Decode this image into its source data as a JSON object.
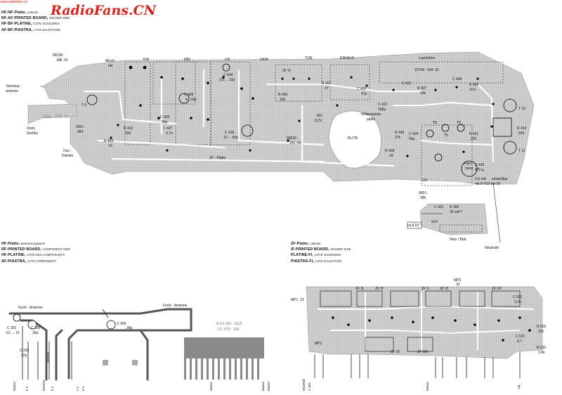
{
  "watermark": {
    "url": "www.radiofans.cn",
    "brand": "RadioFans.CN"
  },
  "header_top": {
    "l1_main": "HF-NF-Platte,",
    "l1_sub": "Lötseite",
    "l2_main": "RF-AF-PRINTED BOARD,",
    "l2_sub": "SOLDER SIDE",
    "l3_main": "HF-BF-PLATINE,",
    "l3_sub": "COTE SOUDURES",
    "l4_main": "AF-BF-PIASTRA,",
    "l4_sub": "LATO SALDATURE"
  },
  "header_hf": {
    "l1_main": "HF-Platte,",
    "l1_sub": "Bestückungsseite",
    "l2_main": "RF-PRINTED BOARD,",
    "l2_sub": "COMPONENT SIDE",
    "l3_main": "HF-PLATINE,",
    "l3_sub": "COTE DES COMPOSANTS",
    "l4_main": "AF-PIASTRA,",
    "l4_sub": "LATO COMPONENTI"
  },
  "header_zf": {
    "l1_main": "ZF-Platte,",
    "l1_sub": "Lötseite",
    "l2_main": "IF-PRINTED BOARD,",
    "l2_sub": "SOLDER SIDE",
    "l3_main": "PLATINE-FI,",
    "l3_sub": "COTE SOUDURES",
    "l4_main": "PIASTRA-FI,",
    "l4_sub": "LATO SALDATURE"
  },
  "labels_top": {
    "kw": "KW",
    "mw": "MW",
    "lw": "LW",
    "ukw": "UKW",
    "ton": "TON",
    "einaus": "EIN/AUS",
    "lautstaerke": "Lautstärke",
    "part_code": "19704 - 004 .01",
    "misch": "Misch-",
    "teil": "teil",
    "zf_platte": "ZF - Platte",
    "zf_iv": "ZF IV",
    "ta_tb": "TA /TB",
    "kleinhoerer_a": "Klein-",
    "kleinhoerer_b": "hörer",
    "widerstand": "Widerstands-",
    "platte": "platte",
    "t6": "T 6",
    "t10": "T 10",
    "t11": "T 11",
    "r410": "R 410",
    "r410v": "500",
    "netz_batt": "Netz / Batt.",
    "netztrafo": "Netztrafo",
    "teleskop": "Teleskop",
    "antenne": "antenne",
    "vorkr": "Vorkr.",
    "drehko": "Drehko",
    "osz": "Osz -",
    "drehko2": "Drehko",
    "p09238": "09238-",
    "p09238b": "188 .01",
    "kpl": "KPL - 079 .01",
    "p9651": "9651-",
    "p9651b": "084",
    "p9651c": "9651-",
    "p9651d": "085",
    "r428": "R 428",
    "r428v": "24",
    "c426": "C 426",
    "c426v": "470 µ",
    "c434": "C 434",
    "c434v": "3,5 ... 13p",
    "c409": "C 409",
    "c409v": "4...20p",
    "c418": "C 418",
    "c418v": "10 ... 60p",
    "measure_a": "5,5 mA",
    "measure_b": "einstellbar",
    "measure_c": "mit R 410  bei 9V",
    "c431": "C 431",
    "c431v": "1 n",
    "r350": "R 350",
    "r350v": "35 mA T",
    "s14": "S14",
    "v85": "ca.8,5V",
    "ov12": "12V",
    "r427": "R 427",
    "r427v": "47",
    "c420": "C 420",
    "c420v": "47p",
    "c421": "C 421",
    "c421v": "100µ",
    "r407": "R 407",
    "r407v": "56k",
    "c423": "C 423",
    "c423v": "100µ",
    "t8": "T8",
    "t9": "T9",
    "ts": "T5",
    "r411": "R 411",
    "r411v": "220",
    "c424": "C 424",
    "c424v": "56p",
    "c408": "C 408",
    "c408v": "33p",
    "r408": "R 408",
    "r408v": "10 k",
    "r409": "R 409",
    "r409v": "27k",
    "c403": "C 403",
    "c403v": "56p",
    "c407": "C 407",
    "c407v": "4,7n",
    "r412": "R 412",
    "r412v": "330",
    "d0p": "18V",
    "d0v": "8,2V",
    "r406": "R 406",
    "r406v": "10k",
    "p0936": "09236 -",
    "p0936b": "151 .03",
    "r403": "R 403",
    "r403v": "10"
  },
  "labels_hf": {
    "ferrit1": "Ferrit - Antenne",
    "ferrit2": "Ferrit - Antenne",
    "c302": "C 302",
    "c302v": "3,5 ... 13",
    "c305": "C 305",
    "c305v": "35p",
    "c203": "C 203",
    "c203v": "22p",
    "c304": "C 304",
    "c304v": "35p",
    "board1": "A-C0 180 - 0126",
    "board2": "C0 .870 - 196",
    "masse1": "Masse",
    "masse2": "Masse",
    "masse3": "Masse",
    "masse4": "Masse",
    "misch1": "Mischer",
    "misch2": "Mischer",
    "c3": "c 3",
    "d3": "d 3",
    "h3": "h 3",
    "b3": "b 3"
  },
  "labels_zf": {
    "mp1": "MP1",
    "mp2": "MP2",
    "mp3": "MP3",
    "zf3": "ZF III",
    "zf4": "ZF IV",
    "zf5": "ZF V",
    "zf6": "ZF VI",
    "zf7": "ZF VII",
    "zf12": "ZF XII",
    "zf13": "ZF XIII",
    "c522": "C 522",
    "c522v": "3,3n",
    "r529": "R 529",
    "r529v": "22k",
    "r532": "R 532",
    "r532v": "1,8k",
    "c521": "C 521",
    "c521v": "4,7",
    "mischteil": "Mischteil",
    "c502": "C 502",
    "masse": "Masse",
    "ug": "- Ug"
  }
}
